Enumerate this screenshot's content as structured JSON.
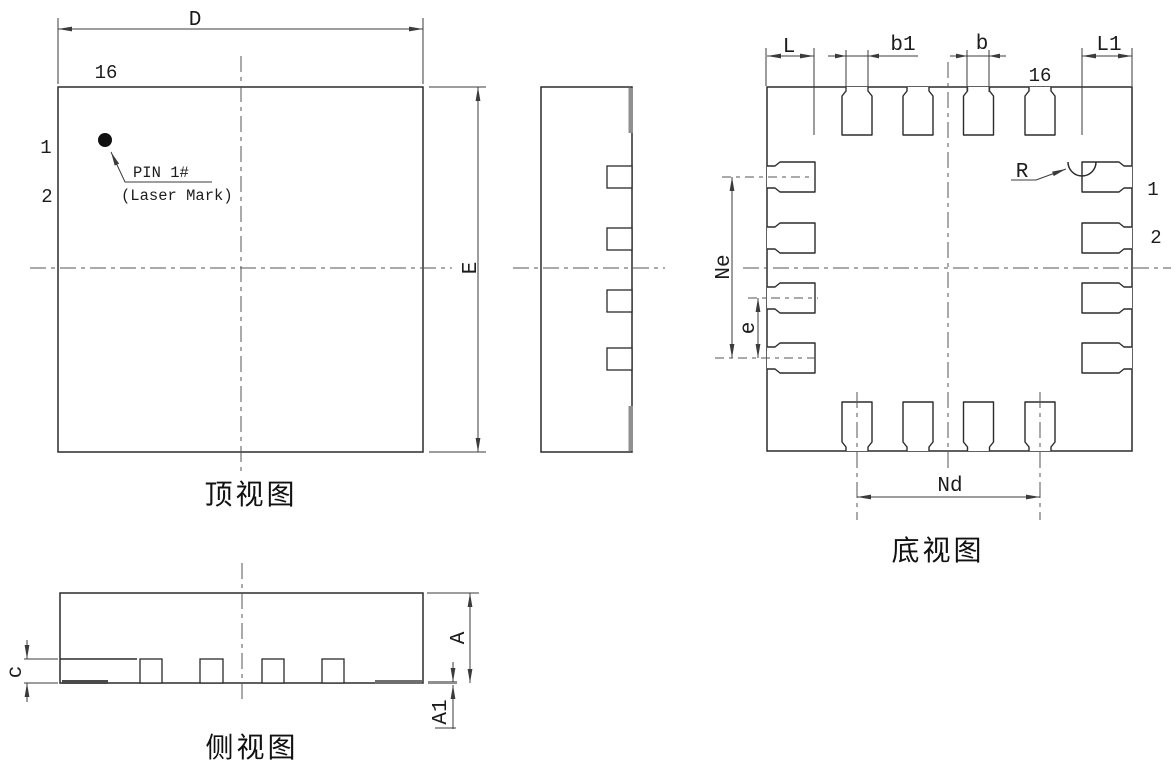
{
  "colors": {
    "background": "#ffffff",
    "outline": "#2b2b2b",
    "dimension": "#3b3b3b",
    "centerline": "#565656",
    "lead_dark": "#4a4a4a",
    "lead_gray": "#8f8f8f"
  },
  "top_view": {
    "caption": "顶视图",
    "dim_d": "D",
    "dim_e": "E",
    "pin16": "16",
    "pin1": "1",
    "pin2": "2",
    "pin1_mark_label": "PIN 1#",
    "pin1_mark_sublabel": "(Laser Mark)"
  },
  "bottom_view": {
    "caption": "底视图",
    "dim_l": "L",
    "dim_b1": "b1",
    "dim_b": "b",
    "dim_l1": "L1",
    "dim_ne": "Ne",
    "dim_e": "e",
    "dim_nd": "Nd",
    "dim_r": "R",
    "pin16": "16",
    "pin1": "1",
    "pin2": "2"
  },
  "side_view": {
    "caption": "侧视图",
    "dim_a": "A",
    "dim_a1": "A1",
    "dim_c": "c"
  }
}
